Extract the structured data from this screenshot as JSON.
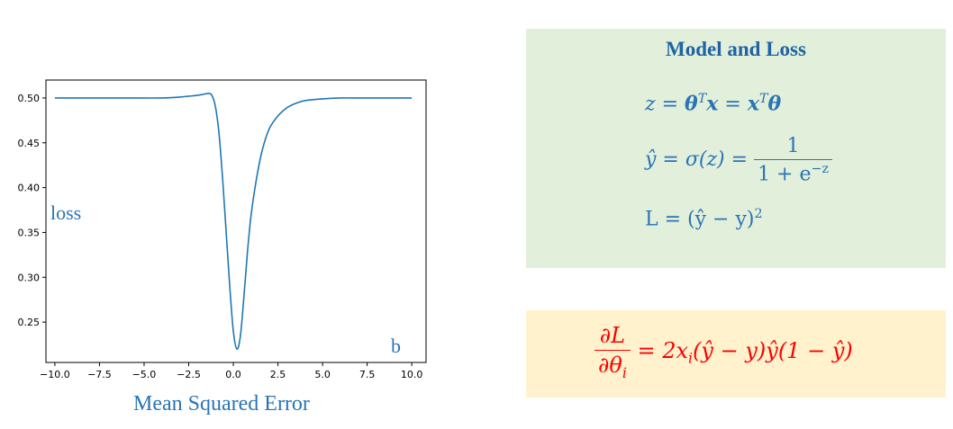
{
  "chart_data": {
    "type": "line",
    "xlim": [
      -10.5,
      10.8
    ],
    "ylim": [
      0.205,
      0.52
    ],
    "x_ticks": [
      "−10.0",
      "−7.5",
      "−5.0",
      "−2.5",
      "0.0",
      "2.5",
      "5.0",
      "7.5",
      "10.0"
    ],
    "x_tick_values": [
      -10,
      -7.5,
      -5,
      -2.5,
      0,
      2.5,
      5,
      7.5,
      10
    ],
    "y_ticks": [
      "0.25",
      "0.30",
      "0.35",
      "0.40",
      "0.45",
      "0.50"
    ],
    "y_tick_values": [
      0.25,
      0.3,
      0.35,
      0.4,
      0.45,
      0.5
    ],
    "ylabel": "loss",
    "xlabel": "b",
    "caption": "Mean Squared Error",
    "grid": false,
    "line_color": "#1f77b4",
    "series": [
      {
        "x": [
          -10,
          -8,
          -6,
          -4,
          -3,
          -2.5,
          -2,
          -1.7,
          -1.4,
          -1.2,
          -1.0,
          -0.8,
          -0.6,
          -0.4,
          -0.2,
          0.0,
          0.2,
          0.4,
          0.6,
          0.8,
          1.0,
          1.3,
          1.6,
          2.0,
          2.5,
          3.0,
          3.5,
          4.0,
          5.0,
          6.0,
          7.0,
          8.0,
          10.0
        ],
        "y": [
          0.5,
          0.5,
          0.5,
          0.5,
          0.501,
          0.502,
          0.503,
          0.504,
          0.505,
          0.503,
          0.49,
          0.46,
          0.41,
          0.35,
          0.29,
          0.24,
          0.22,
          0.235,
          0.28,
          0.33,
          0.37,
          0.41,
          0.44,
          0.465,
          0.48,
          0.489,
          0.494,
          0.497,
          0.499,
          0.5,
          0.5,
          0.5,
          0.5
        ]
      }
    ]
  },
  "model_panel": {
    "title": "Model and Loss",
    "eq1_z": "z",
    "eq1_eq": "=",
    "eq1_theta": "θ",
    "eq1_T1": "T",
    "eq1_x": "x",
    "eq1_eq2": "=",
    "eq1_x2": "x",
    "eq1_T2": "T",
    "eq1_theta2": "θ",
    "eq2_lhs": "ŷ = σ(z) =",
    "eq2_num": "1",
    "eq2_den": "1 + e",
    "eq2_den_exp": "−z",
    "eq3_lhs": "L = (ŷ − y)",
    "eq3_exp": "2"
  },
  "gradient_panel": {
    "num": "∂L",
    "den": "∂θ",
    "den_sub": "i",
    "rhs": "= 2x",
    "rhs_sub": "i",
    "rhs_rest": "(ŷ − y)ŷ(1 − ŷ)"
  },
  "colors": {
    "green_panel": "#e2efda",
    "yellow_panel": "#fff2cc",
    "equation_blue": "#2a74b5",
    "gradient_red": "#ff0000"
  }
}
